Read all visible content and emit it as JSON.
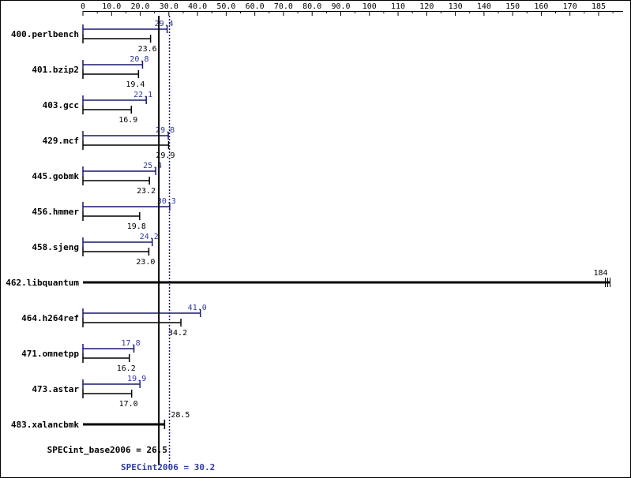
{
  "chart_data": {
    "type": "bar",
    "orientation": "horizontal",
    "x_ticks": [
      0,
      10,
      20,
      30,
      40,
      50,
      60,
      70,
      80,
      90,
      100,
      110,
      120,
      130,
      140,
      150,
      160,
      170,
      180
    ],
    "x_tick_labels": [
      "0",
      "10.0",
      "20.0",
      "30.0",
      "40.0",
      "50.0",
      "60.0",
      "70.0",
      "80.0",
      "90.0",
      "100",
      "110",
      "120",
      "130",
      "140",
      "150",
      "160",
      "170",
      "185"
    ],
    "xlim": [
      0,
      188
    ],
    "categories": [
      "400.perlbench",
      "401.bzip2",
      "403.gcc",
      "429.mcf",
      "445.gobmk",
      "456.hmmer",
      "458.sjeng",
      "462.libquantum",
      "464.h264ref",
      "471.omnetpp",
      "473.astar",
      "483.xalancbmk"
    ],
    "series": [
      {
        "key": "peak",
        "values": [
          29.4,
          20.8,
          22.1,
          29.8,
          25.4,
          30.3,
          24.2,
          184,
          41.0,
          17.8,
          19.9,
          28.5
        ],
        "labels": [
          "29.4",
          "20.8",
          "22.1",
          "29.8",
          "25.4",
          "30.3",
          "24.2",
          "",
          "41.0",
          "17.8",
          "19.9",
          ""
        ]
      },
      {
        "key": "base",
        "values": [
          23.6,
          19.4,
          16.9,
          29.9,
          23.2,
          19.8,
          23.0,
          184,
          34.2,
          16.2,
          17.0,
          28.5
        ],
        "labels": [
          "23.6",
          "19.4",
          "16.9",
          "29.9",
          "23.2",
          "19.8",
          "23.0",
          "184",
          "34.2",
          "16.2",
          "17.0",
          "28.5"
        ]
      }
    ],
    "reference_lines": {
      "base": {
        "value": 26.5,
        "label": "SPECint_base2006 = 26.5"
      },
      "peak": {
        "value": 30.2,
        "label": "SPECint2006 = 30.2"
      }
    },
    "colors": {
      "peak": "#191970",
      "base": "#000000",
      "peak_text": "#2e3a9a",
      "frame": "#000000"
    }
  }
}
